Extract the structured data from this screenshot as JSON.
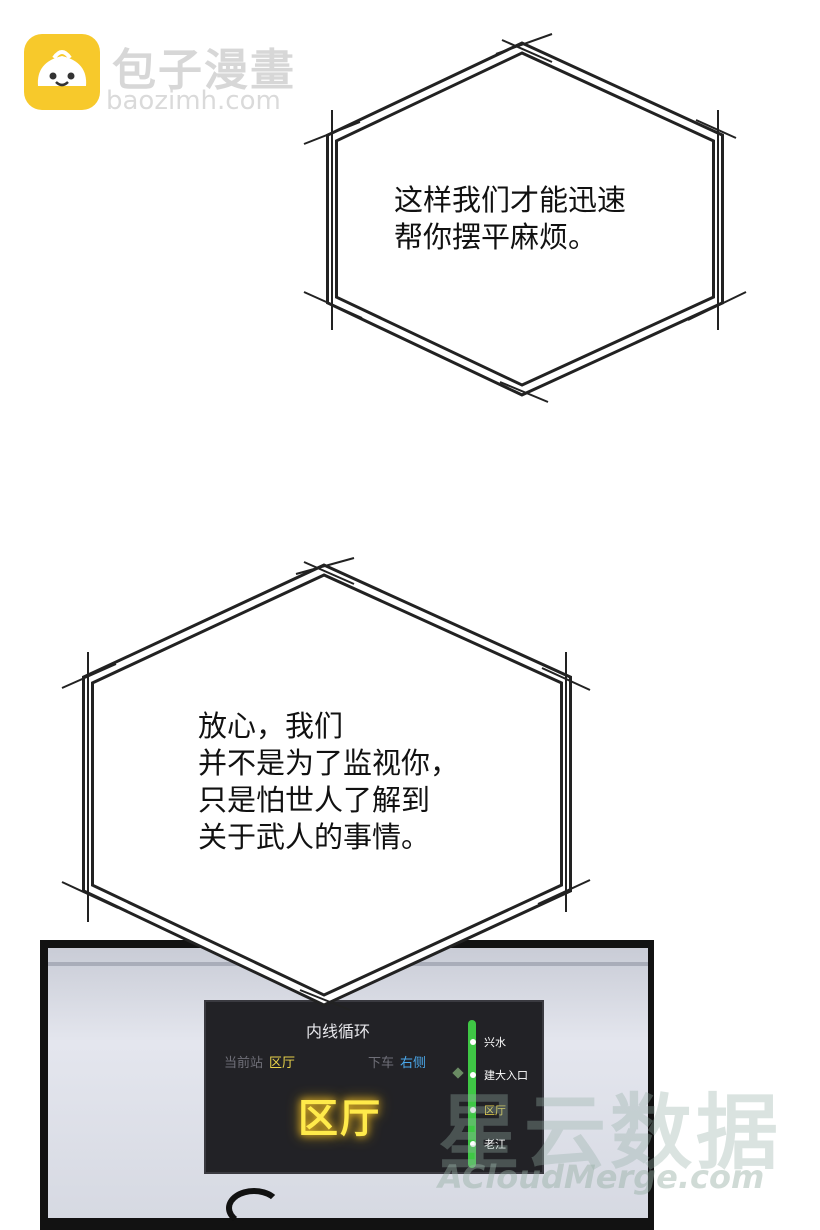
{
  "watermark_top": {
    "name": "包子漫畫",
    "url": "baozimh.com"
  },
  "bubbles": [
    {
      "lines": [
        "这样我们才能迅速",
        "帮你摆平麻烦。"
      ]
    },
    {
      "lines": [
        "放心，我们",
        "并不是为了监视你，",
        "只是怕世人了解到",
        "关于武人的事情。"
      ]
    }
  ],
  "metro_display": {
    "title": "内线循环",
    "current_label": "当前站",
    "current_value": "区厅",
    "exit_label": "下车",
    "exit_value": "右侧",
    "station": "区厅",
    "stops": [
      {
        "name": "兴水",
        "current": false
      },
      {
        "name": "建大入口",
        "current": false
      },
      {
        "name": "区厅",
        "current": true
      },
      {
        "name": "老江",
        "current": false
      }
    ]
  },
  "watermark_bottom": {
    "big": "星云数据",
    "small": "ACloudMerge.com"
  },
  "colors": {
    "logo_yellow": "#f7c92b",
    "station_glow": "#ffea4a",
    "line_green": "#3fc745",
    "exit_blue": "#4aa7e9"
  }
}
